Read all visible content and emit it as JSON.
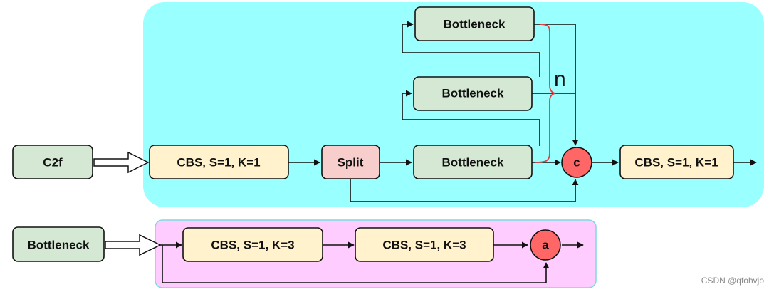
{
  "colors": {
    "c2f_panel": "#99FFFF",
    "bottleneck_panel": "#FFCCFF",
    "cbs_fill": "#FFF2CC",
    "bottleneck_fill": "#D5E8D4",
    "split_fill": "#F8CECC",
    "concat_fill": "#FF6666",
    "brace": "#E04040"
  },
  "c2f_module": {
    "input_label": "C2f",
    "cbs_in_label": "CBS, S=1, K=1",
    "split_label": "Split",
    "bottleneck_top_label": "Bottleneck",
    "bottleneck_mid_label": "Bottleneck",
    "bottleneck_main_label": "Bottleneck",
    "repeat_label": "n",
    "concat_label": "c",
    "cbs_out_label": "CBS, S=1, K=1"
  },
  "bottleneck_module": {
    "input_label": "Bottleneck",
    "cbs1_label": "CBS, S=1, K=3",
    "cbs2_label": "CBS, S=1, K=3",
    "add_label": "a"
  },
  "watermark": "CSDN @qfohvjo"
}
